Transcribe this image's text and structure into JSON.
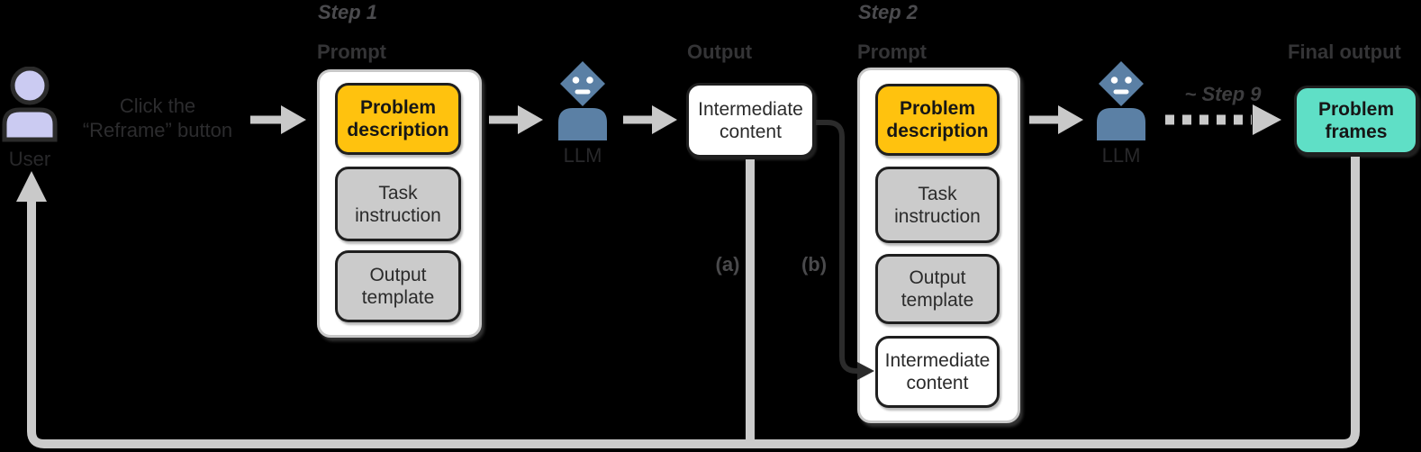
{
  "user": {
    "label": "User",
    "action_line1": "Click the",
    "action_line2": "“Reframe” button"
  },
  "step1": {
    "step_label": "Step 1",
    "prompt_label": "Prompt",
    "boxes": [
      {
        "label": "Problem description",
        "variant": "highlight"
      },
      {
        "label": "Task instruction",
        "variant": "neutral"
      },
      {
        "label": "Output template",
        "variant": "neutral"
      }
    ]
  },
  "llm1": {
    "label": "LLM"
  },
  "output": {
    "title": "Output",
    "box_label": "Intermediate content"
  },
  "branches": {
    "a": "(a)",
    "b": "(b)"
  },
  "step2": {
    "step_label": "Step 2",
    "prompt_label": "Prompt",
    "boxes": [
      {
        "label": "Problem description",
        "variant": "highlight"
      },
      {
        "label": "Task instruction",
        "variant": "neutral"
      },
      {
        "label": "Output template",
        "variant": "neutral"
      },
      {
        "label": "Intermediate content",
        "variant": "plain"
      }
    ]
  },
  "llm2": {
    "label": "LLM"
  },
  "step9": {
    "label": "~ Step 9"
  },
  "final": {
    "title": "Final output",
    "box_label": "Problem frames"
  },
  "icons": {
    "user": "person-icon",
    "llm": "robot-diamond-head-icon",
    "flow": "right-arrow-icon",
    "loop": "feedback-loop-arrow"
  },
  "colors": {
    "highlight_yellow": "#ffc20e",
    "neutral_gray": "#cbcbcb",
    "result_teal": "#5fdfc6",
    "user_lavender": "#cbcbf2",
    "llm_blue": "#5b80a5",
    "arrow_gray": "#c9c9c9",
    "connector_dark": "#2b2b2b",
    "background": "#000000"
  }
}
